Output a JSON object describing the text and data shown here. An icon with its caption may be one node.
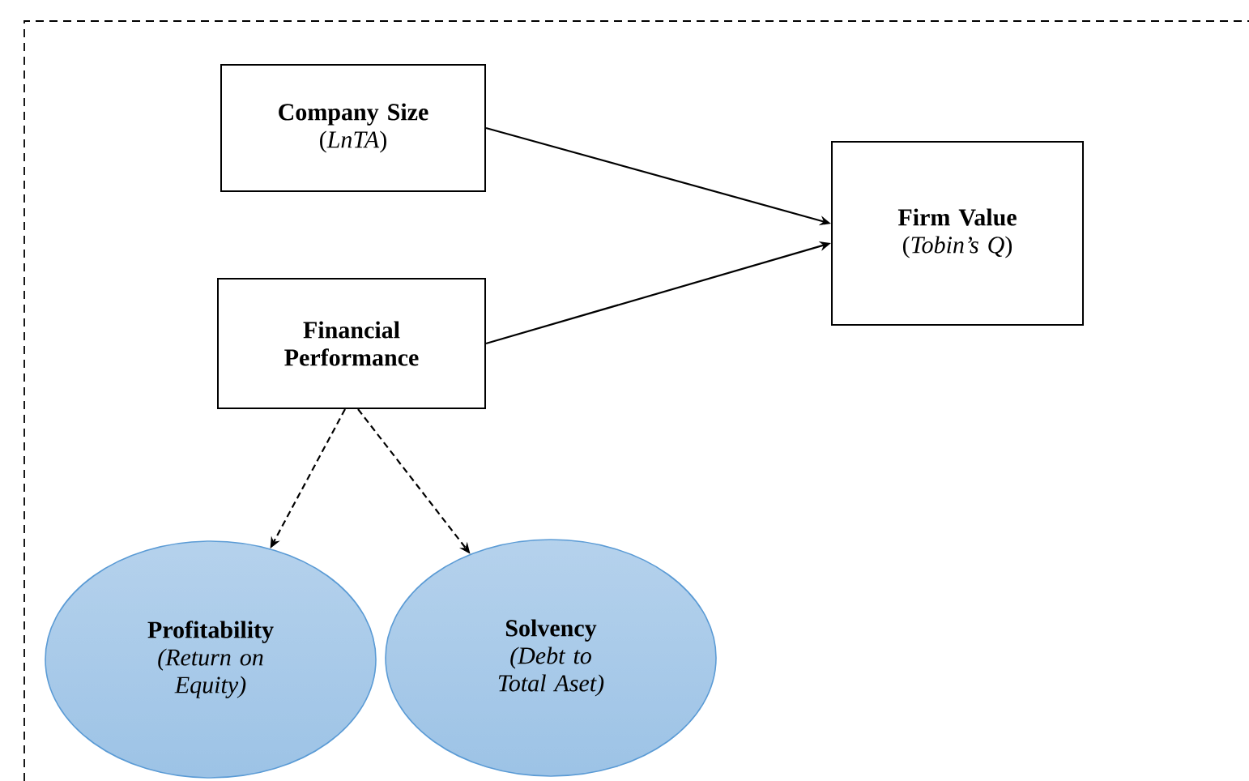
{
  "diagram": {
    "nodes": [
      {
        "text": [
          "Company Size",
          "(*LnTA*)"
        ]
      },
      {
        "text": [
          "Firm Value",
          "(*Tobin’s Q*)"
        ]
      },
      {
        "text": [
          "Financial Performance"
        ]
      },
      {
        "text": [
          "Profitability",
          "(Return on Equity)"
        ]
      },
      {
        "text": [
          "Solvency",
          "(Debt to Total Aset)"
        ]
      }
    ],
    "edges": [
      {
        "from": 0,
        "to": 1,
        "arrow": "to"
      },
      {
        "from": 2,
        "to": 1,
        "arrow": "to"
      },
      {
        "from": 2,
        "to": 3,
        "arrow": "to",
        "style": "dashed"
      },
      {
        "from": 2,
        "to": 4,
        "arrow": "to",
        "style": "dashed"
      }
    ]
  }
}
